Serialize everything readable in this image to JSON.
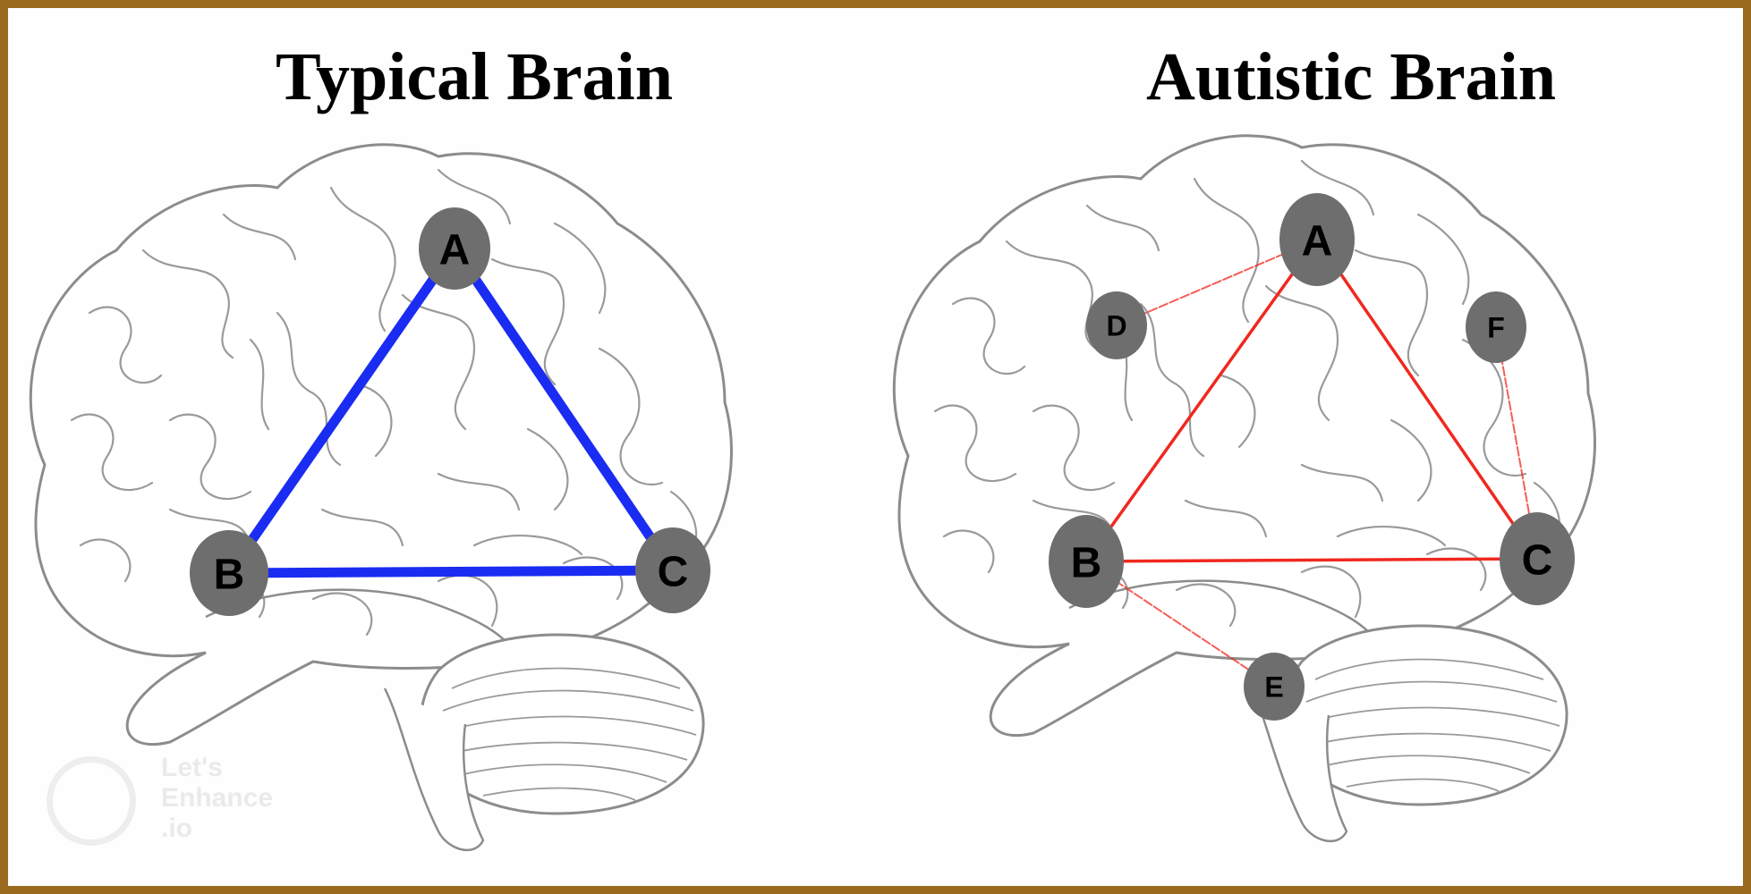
{
  "panels": [
    {
      "title": "Typical Brain",
      "nodes": [
        {
          "id": "A",
          "label": "A"
        },
        {
          "id": "B",
          "label": "B"
        },
        {
          "id": "C",
          "label": "C"
        }
      ],
      "connections": [
        {
          "from": "A",
          "to": "B",
          "style": "strong"
        },
        {
          "from": "A",
          "to": "C",
          "style": "strong"
        },
        {
          "from": "B",
          "to": "C",
          "style": "strong"
        }
      ],
      "connection_color": "#1a2cf2"
    },
    {
      "title": "Autistic Brain",
      "nodes": [
        {
          "id": "A",
          "label": "A"
        },
        {
          "id": "B",
          "label": "B"
        },
        {
          "id": "C",
          "label": "C"
        },
        {
          "id": "D",
          "label": "D"
        },
        {
          "id": "E",
          "label": "E"
        },
        {
          "id": "F",
          "label": "F"
        }
      ],
      "connections": [
        {
          "from": "A",
          "to": "B",
          "style": "weak"
        },
        {
          "from": "A",
          "to": "C",
          "style": "weak"
        },
        {
          "from": "B",
          "to": "C",
          "style": "weak"
        },
        {
          "from": "A",
          "to": "D",
          "style": "faint"
        },
        {
          "from": "B",
          "to": "E",
          "style": "faint"
        },
        {
          "from": "C",
          "to": "F",
          "style": "faint"
        }
      ],
      "connection_color": "#f0281e"
    }
  ],
  "colors": {
    "frame": "#9a6a1e",
    "node_fill": "#6e6e6e",
    "brain_outline": "#8c8c8c"
  },
  "watermark": {
    "lines": [
      "Let's",
      "Enhance",
      ".io"
    ]
  }
}
